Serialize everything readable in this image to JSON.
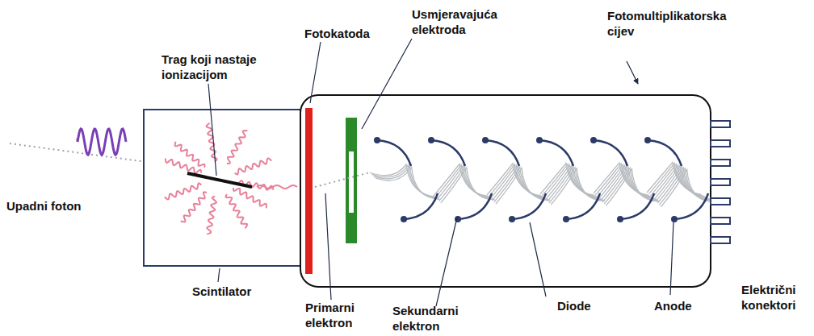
{
  "diagram": {
    "labels": [
      "Fotokatoda",
      "Usmjeravajuća elektroda",
      "Fotomultiplikatorska cijev",
      "Trag koji nastaje ionizacijom",
      "Upadni foton",
      "Scintilator",
      "Primarni elektron",
      "Sekundarni elektron",
      "Diode",
      "Anode",
      "Električni konektori"
    ]
  }
}
